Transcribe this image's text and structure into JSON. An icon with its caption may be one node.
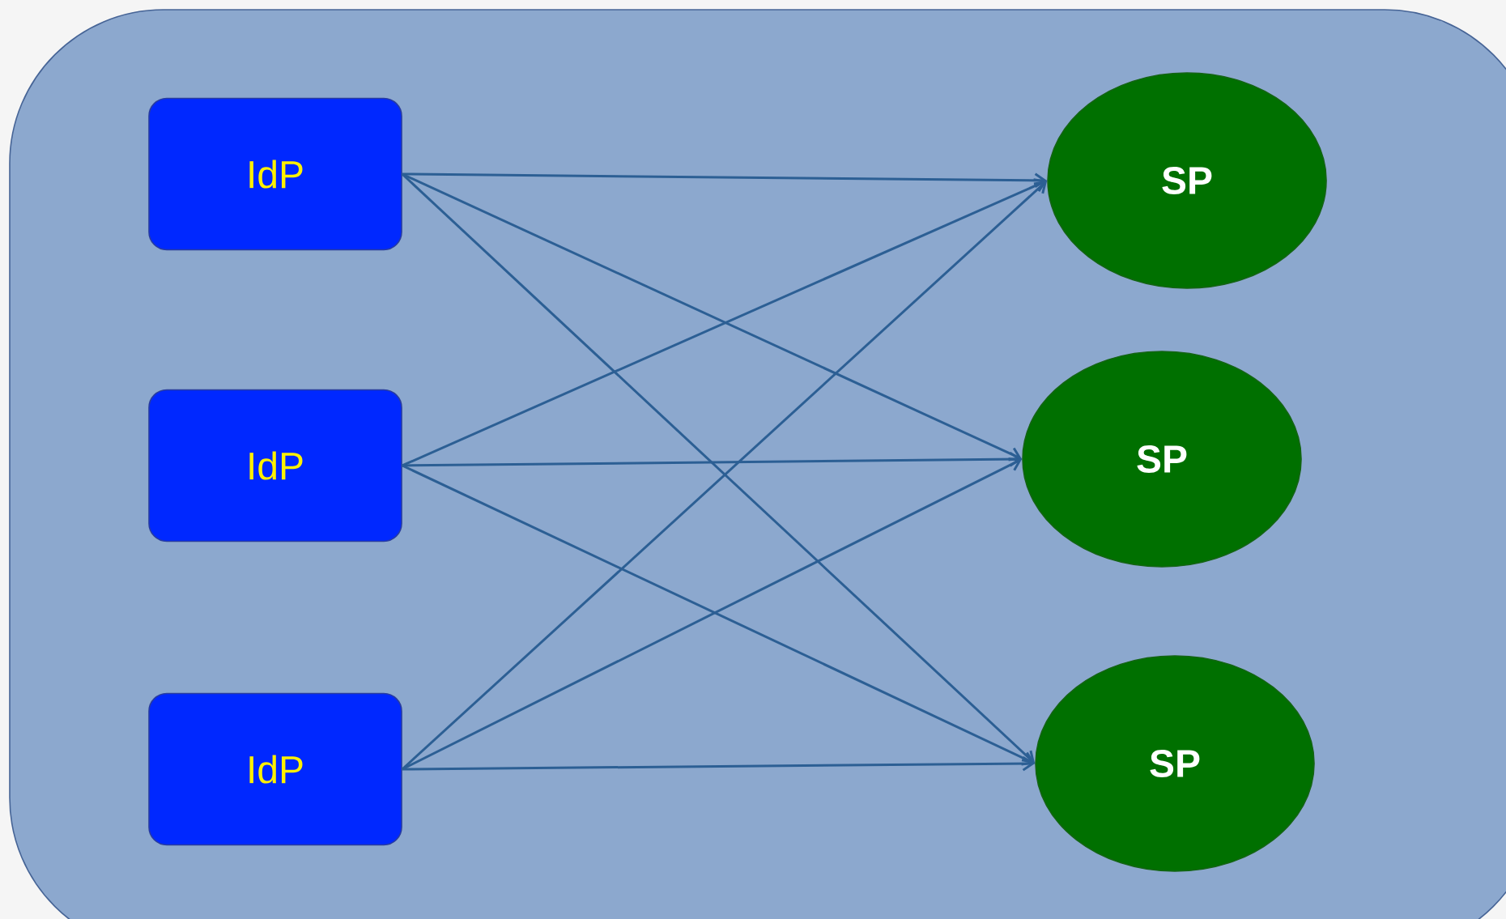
{
  "diagram": {
    "nodes": [
      {
        "text": [
          "IdP"
        ]
      },
      {
        "text": [
          "IdP"
        ]
      },
      {
        "text": [
          "IdP"
        ]
      },
      {
        "text": [
          "SP"
        ]
      },
      {
        "text": [
          "SP"
        ]
      },
      {
        "text": [
          "SP"
        ]
      }
    ],
    "edges": [
      {
        "from": 0,
        "to": 3,
        "arrow": "to"
      },
      {
        "from": 0,
        "to": 4,
        "arrow": "to"
      },
      {
        "from": 0,
        "to": 5,
        "arrow": "to"
      },
      {
        "from": 1,
        "to": 3,
        "arrow": "to"
      },
      {
        "from": 1,
        "to": 4,
        "arrow": "to"
      },
      {
        "from": 1,
        "to": 5,
        "arrow": "to"
      },
      {
        "from": 2,
        "to": 3,
        "arrow": "to"
      },
      {
        "from": 2,
        "to": 4,
        "arrow": "to"
      },
      {
        "from": 2,
        "to": 5,
        "arrow": "to"
      }
    ]
  }
}
